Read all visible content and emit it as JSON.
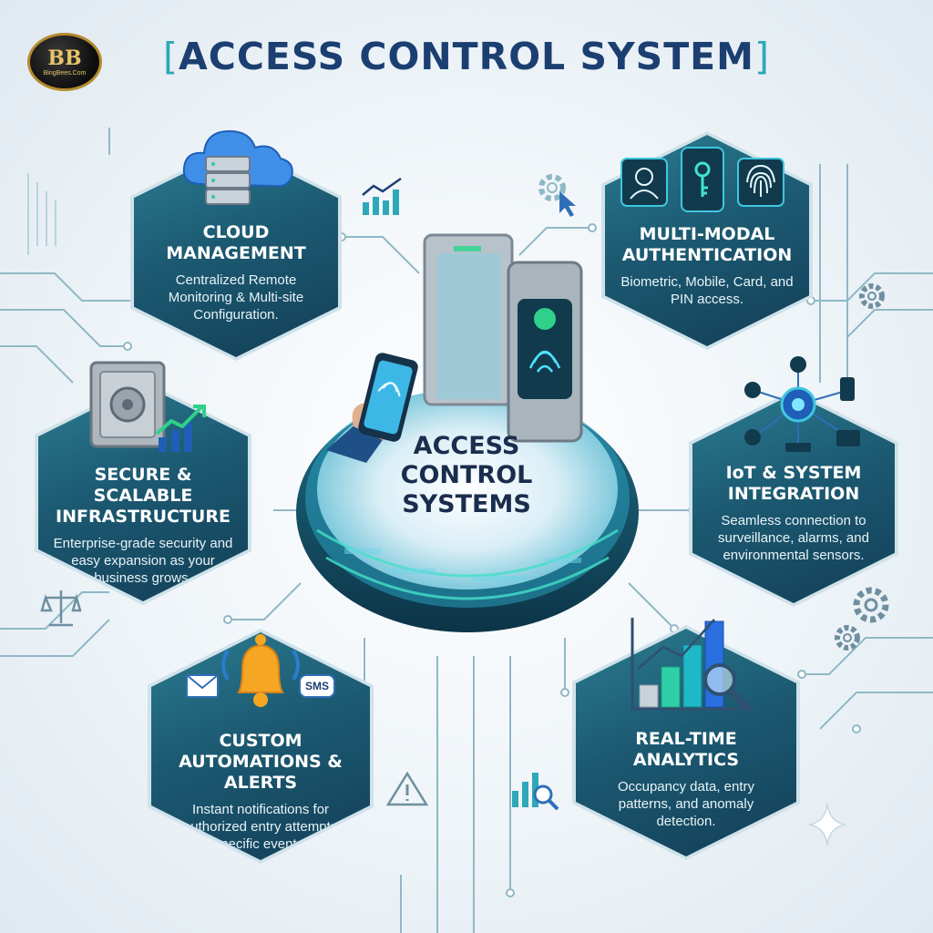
{
  "logo": {
    "mark": "BB",
    "text": "BingBees.Com"
  },
  "title": {
    "open": "[",
    "text": "ACCESS CONTROL SYSTEM",
    "close": "]"
  },
  "center": {
    "label": "ACCESS CONTROL SYSTEMS"
  },
  "cards": {
    "cloud": {
      "title": "CLOUD MANAGEMENT",
      "desc": "Centralized Remote Monitoring & Multi-site Configuration."
    },
    "auth": {
      "title": "MULTI-MODAL AUTHENTICATION",
      "desc": "Biometric, Mobile, Card, and PIN access."
    },
    "secure": {
      "title": "SECURE & SCALABLE INFRASTRUCTURE",
      "desc": "Enterprise-grade security and easy expansion as your business grows."
    },
    "iot": {
      "title": "IoT & SYSTEM INTEGRATION",
      "desc": "Seamless connection to surveillance, alarms, and environmental sensors."
    },
    "alerts": {
      "title": "CUSTOM AUTOMATIONS & ALERTS",
      "desc": "Instant notifications for unauthorized entry attempts or specific events."
    },
    "analytics": {
      "title": "REAL-TIME ANALYTICS",
      "desc": "Occupancy data, entry patterns, and anomaly detection."
    }
  },
  "badges": {
    "sms": "SMS"
  },
  "colors": {
    "navy": "#1c3f72",
    "teal": "#2ea8b8",
    "card_dark": "#123f57",
    "card_light": "#2b7c90"
  }
}
